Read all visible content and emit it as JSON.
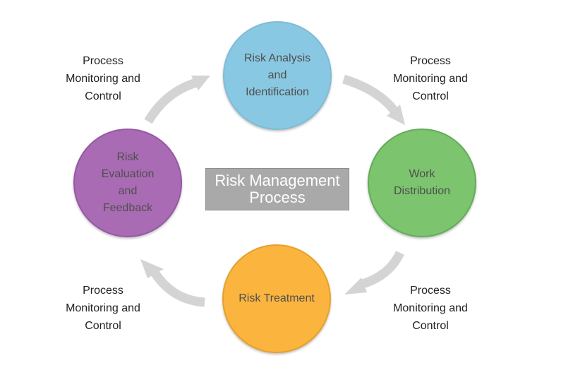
{
  "diagram": {
    "center": {
      "title": "Risk Management\nProcess",
      "color": "#a9a9a9"
    },
    "nodes": [
      {
        "key": "analysis",
        "label": "Risk Analysis\nand\nIdentification",
        "color": "#89c8e2"
      },
      {
        "key": "work",
        "label": "Work\nDistribution",
        "color": "#7cc46e"
      },
      {
        "key": "treatment",
        "label": "Risk Treatment",
        "color": "#fbb53f"
      },
      {
        "key": "evaluation",
        "label": "Risk\nEvaluation\nand\nFeedback",
        "color": "#a96bb3"
      }
    ],
    "monitor_labels": {
      "top_left": "Process\nMonitoring and\nControl",
      "top_right": "Process\nMonitoring and\nControl",
      "bottom_left": "Process\nMonitoring and\nControl",
      "bottom_right": "Process\nMonitoring and\nControl"
    },
    "arrow_color": "#d4d4d4",
    "flow": "clockwise"
  }
}
